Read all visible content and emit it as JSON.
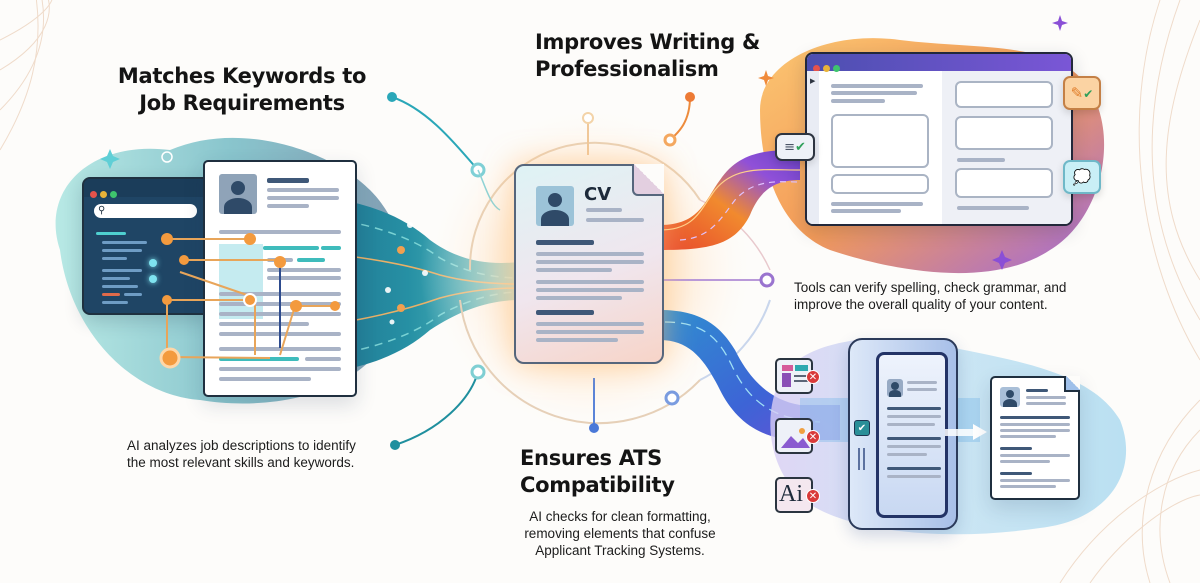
{
  "sections": {
    "keywords": {
      "title_line1": "Matches Keywords to",
      "title_line2": "Job Requirements",
      "desc_line1": "AI analyzes job descriptions to identify",
      "desc_line2": "the most relevant skills and keywords.",
      "accent": "#2fa8b8"
    },
    "writing": {
      "title_line1": "Improves Writing &",
      "title_line2": "Professionalism",
      "desc_line1": "Tools can verify spelling, check grammar, and",
      "desc_line2": "improve the overall quality of your content.",
      "accent": "#8a4fd6"
    },
    "ats": {
      "title_line1": "Ensures ATS",
      "title_line2": "Compatibility",
      "desc_line1": "AI checks for clean formatting,",
      "desc_line2": "removing elements that confuse",
      "desc_line3": "Applicant Tracking Systems.",
      "accent": "#3d6fd8"
    }
  },
  "center_document": {
    "label": "CV"
  },
  "ats_rejected_elements": [
    {
      "icon": "layout-table-icon",
      "status": "removed"
    },
    {
      "icon": "image-icon",
      "status": "removed"
    },
    {
      "icon": "ai-file-icon",
      "label": "Ai",
      "status": "removed"
    }
  ],
  "writing_bubbles": [
    {
      "icon": "text-check-icon"
    },
    {
      "icon": "pencil-check-icon"
    },
    {
      "icon": "thought-bubble-icon"
    }
  ],
  "colors": {
    "teal": "#1f8f9e",
    "navy": "#1e4a6e",
    "orange": "#f28a2e",
    "purple": "#7a4fd0",
    "blue": "#3a74d6",
    "background": "#fdfcfa"
  }
}
